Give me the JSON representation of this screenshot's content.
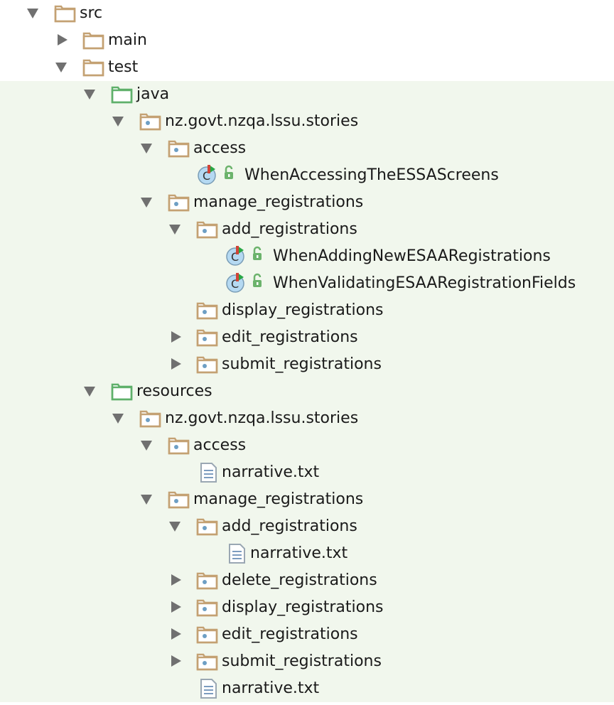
{
  "tree": [
    {
      "label": "src",
      "icon": "folder",
      "arrow": "expanded",
      "green": false
    },
    {
      "label": "main",
      "icon": "folder",
      "arrow": "collapsed",
      "green": false
    },
    {
      "label": "test",
      "icon": "folder",
      "arrow": "expanded",
      "green": false
    },
    {
      "label": "java",
      "icon": "source-folder",
      "arrow": "expanded",
      "green": true
    },
    {
      "label": "nz.govt.nzqa.lssu.stories",
      "icon": "package",
      "arrow": "expanded",
      "green": true
    },
    {
      "label": "access",
      "icon": "package",
      "arrow": "expanded",
      "green": true
    },
    {
      "label": "WhenAccessingTheESSAScreens",
      "icon": "test-class",
      "arrow": "none",
      "green": true
    },
    {
      "label": "manage_registrations",
      "icon": "package",
      "arrow": "expanded",
      "green": true
    },
    {
      "label": "add_registrations",
      "icon": "package",
      "arrow": "expanded",
      "green": true
    },
    {
      "label": "WhenAddingNewESAARegistrations",
      "icon": "test-class",
      "arrow": "none",
      "green": true
    },
    {
      "label": "WhenValidatingESAARegistrationFields",
      "icon": "test-class",
      "arrow": "none",
      "green": true
    },
    {
      "label": "display_registrations",
      "icon": "package",
      "arrow": "none",
      "green": true
    },
    {
      "label": "edit_registrations",
      "icon": "package",
      "arrow": "collapsed",
      "green": true
    },
    {
      "label": "submit_registrations",
      "icon": "package",
      "arrow": "collapsed",
      "green": true
    },
    {
      "label": "resources",
      "icon": "resource-folder",
      "arrow": "expanded",
      "green": true
    },
    {
      "label": "nz.govt.nzqa.lssu.stories",
      "icon": "package",
      "arrow": "expanded",
      "green": true
    },
    {
      "label": "access",
      "icon": "package",
      "arrow": "expanded",
      "green": true
    },
    {
      "label": "narrative.txt",
      "icon": "text-file",
      "arrow": "none",
      "green": true
    },
    {
      "label": "manage_registrations",
      "icon": "package",
      "arrow": "expanded",
      "green": true
    },
    {
      "label": "add_registrations",
      "icon": "package",
      "arrow": "expanded",
      "green": true
    },
    {
      "label": "narrative.txt",
      "icon": "text-file",
      "arrow": "none",
      "green": true
    },
    {
      "label": "delete_registrations",
      "icon": "package",
      "arrow": "collapsed",
      "green": true
    },
    {
      "label": "display_registrations",
      "icon": "package",
      "arrow": "collapsed",
      "green": true
    },
    {
      "label": "edit_registrations",
      "icon": "package",
      "arrow": "collapsed",
      "green": true
    },
    {
      "label": "submit_registrations",
      "icon": "package",
      "arrow": "collapsed",
      "green": true
    },
    {
      "label": "narrative.txt",
      "icon": "text-file",
      "arrow": "none",
      "green": true
    }
  ]
}
